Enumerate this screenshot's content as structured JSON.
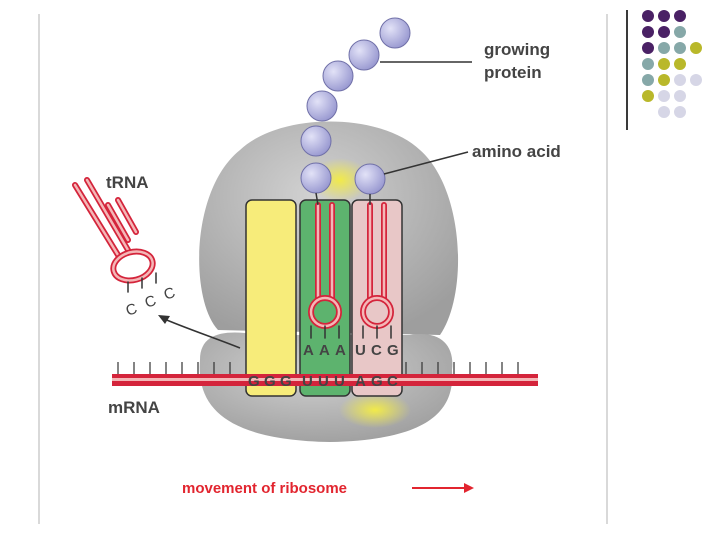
{
  "labels": {
    "growing_protein_line1": "growing",
    "growing_protein_line2": "protein",
    "amino_acid": "amino acid",
    "trna": "tRNA",
    "mrna": "mRNA",
    "movement": "movement of ribosome"
  },
  "trna_anticodon_free": [
    "C",
    "C",
    "C"
  ],
  "anticodon_green": [
    "A",
    "A",
    "A"
  ],
  "anticodon_pink": [
    "U",
    "C",
    "G"
  ],
  "codons_mrna": [
    "G",
    "G",
    "G",
    "U",
    "U",
    "U",
    "A",
    "G",
    "C"
  ],
  "colors": {
    "ribosome": "#bdbdbd",
    "site_yellow": "#f7ec7a",
    "site_green": "#5db36e",
    "site_pink": "#e8c7c7",
    "mrna_red": "#d4243b",
    "amino_acid": "#b9b9e6",
    "movement_text": "#e2252f",
    "deco_purple": "#4a2165",
    "deco_teal": "#86a8a8",
    "deco_olive": "#b9b82a",
    "deco_lavender": "#d6d6e6"
  }
}
